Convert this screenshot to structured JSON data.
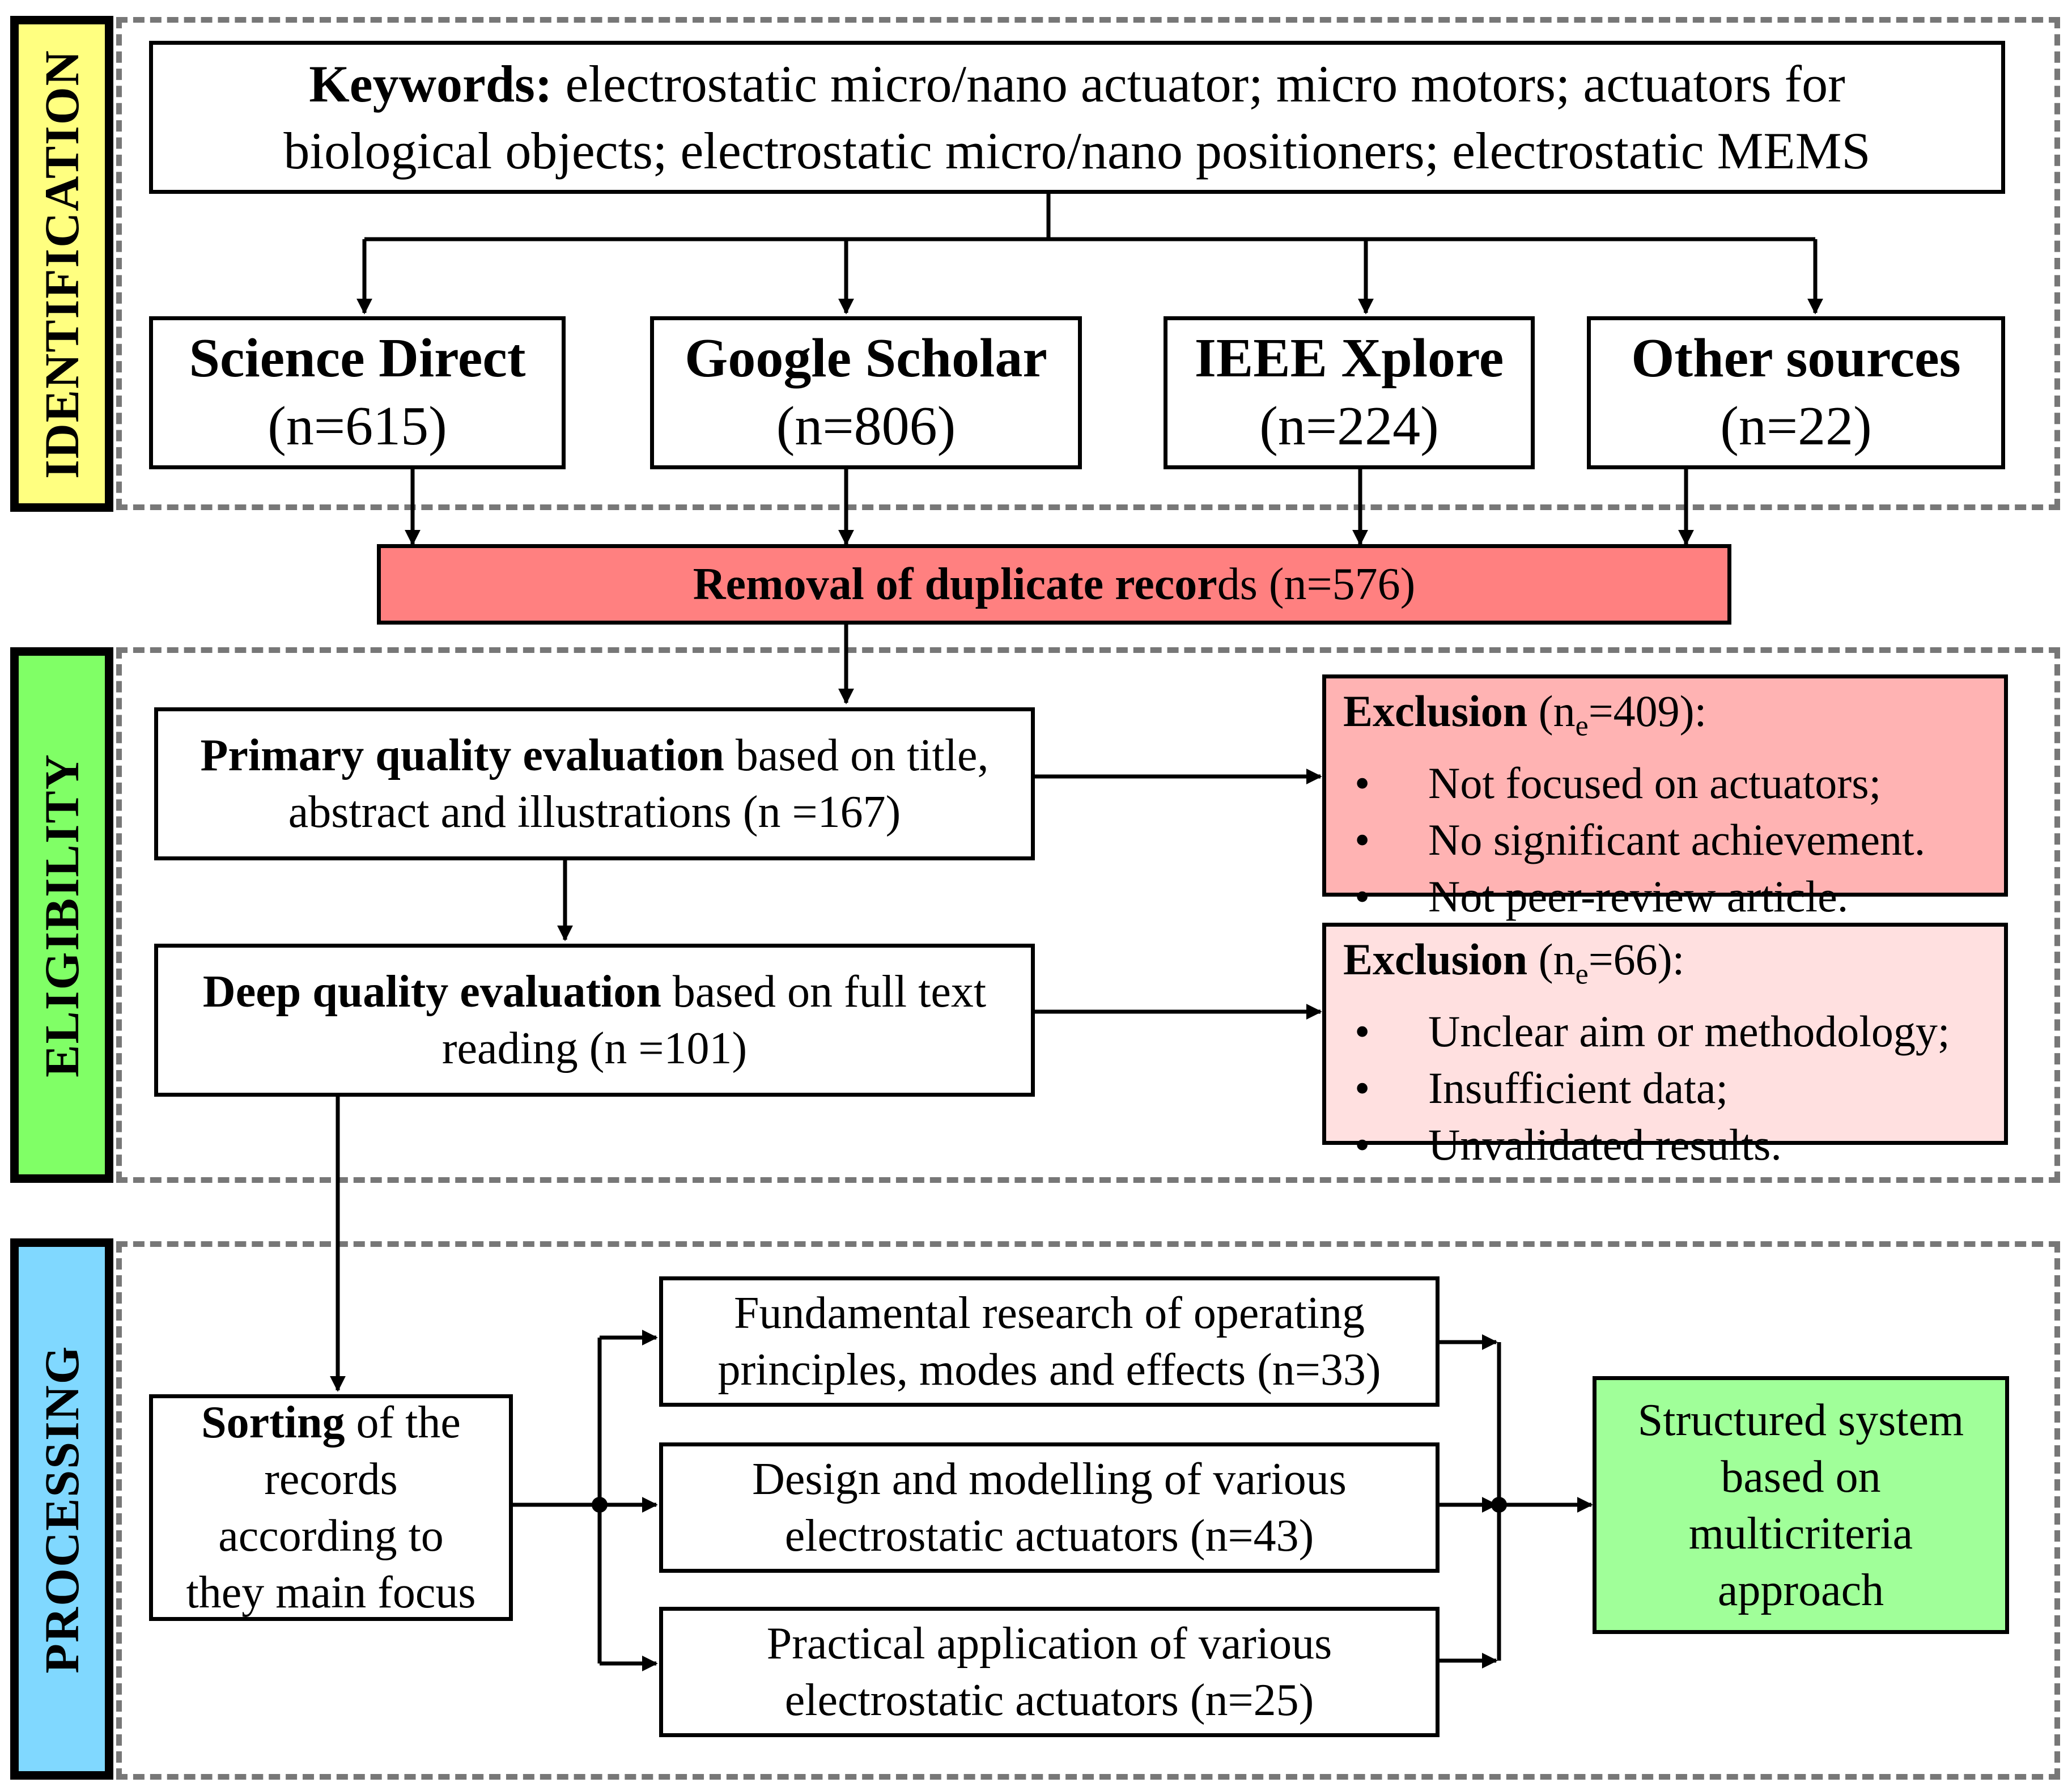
{
  "sections": {
    "identification": "IDENTIFICATION",
    "eligibility": "ELIGIBILITY",
    "processing": "PROCESSING"
  },
  "keywords": {
    "label": "Keywords:",
    "text_line1": "electrostatic micro/nano actuator; micro motors; actuators for",
    "text_line2": "biological objects; electrostatic micro/nano positioners; electrostatic MEMS"
  },
  "sources": [
    {
      "name": "Science Direct",
      "count": "(n=615)"
    },
    {
      "name": "Google Scholar",
      "count": "(n=806)"
    },
    {
      "name": "IEEE Xplore",
      "count": "(n=224)"
    },
    {
      "name": "Other sources",
      "count": "(n=22)"
    }
  ],
  "removal": {
    "bold": "Removal of duplicate recor",
    "rest": "ds (n=576)"
  },
  "primary": {
    "bold": "Primary quality evaluation",
    "rest": " based on title,",
    "line2": "abstract and illustrations (n =167)"
  },
  "deep": {
    "bold": "Deep quality evaluation",
    "rest": " based on full text",
    "line2": "reading (n =101)"
  },
  "exclusion1": {
    "label": "Exclusion",
    "count_open": " (n",
    "count_sub": "e",
    "count_close": "=409):",
    "items": [
      "Not focused on actuators;",
      "No significant achievement.",
      "Not peer-review article."
    ]
  },
  "exclusion2": {
    "label": "Exclusion",
    "count_open": " (n",
    "count_sub": "e",
    "count_close": "=66):",
    "items": [
      "Unclear aim or methodology;",
      "Insufficient data;",
      "Unvalidated results."
    ]
  },
  "sorting": {
    "bold": "Sorting",
    "rest": " of the",
    "line2": "records",
    "line3": "according to",
    "line4": "they main focus"
  },
  "categories": [
    {
      "line1": "Fundamental research of operating",
      "line2": "principles, modes and effects (n=33)"
    },
    {
      "line1": "Design and modelling of various",
      "line2": "electrostatic actuators (n=43)"
    },
    {
      "line1": "Practical application of various",
      "line2": "electrostatic actuators (n=25)"
    }
  ],
  "result": {
    "line1": "Structured system",
    "line2": "based on",
    "line3": "multicriteria",
    "line4": "approach"
  },
  "colors": {
    "identification": "#FFFF80",
    "eligibility": "#80FF66",
    "processing": "#80D8FF",
    "removal": "#FF8080",
    "exclusion1": "#FFB3B3",
    "exclusion2": "#FFE0E0",
    "result": "#A0FF99",
    "dash": "#777777"
  }
}
